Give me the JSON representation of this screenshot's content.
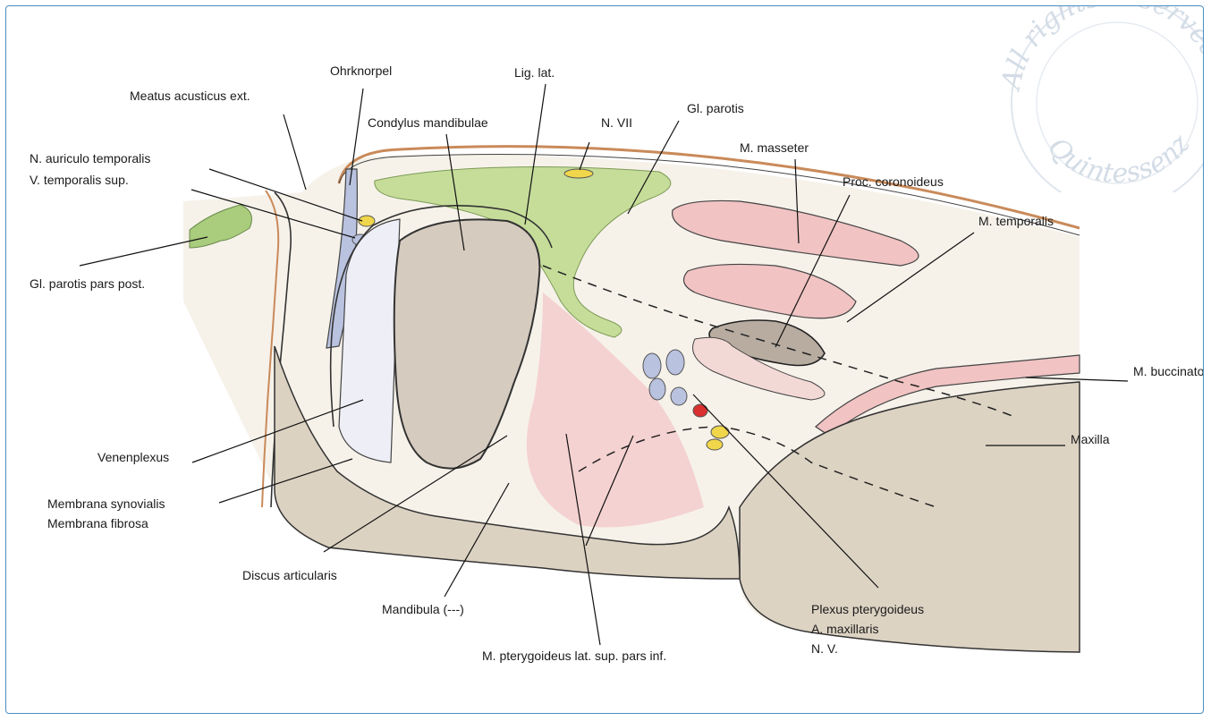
{
  "watermark": {
    "line1": "All rights reserved",
    "line2": "Quintessenz"
  },
  "labels": {
    "ohrknorpel": "Ohrknorpel",
    "meatus": "Meatus acusticus ext.",
    "lig_lat": "Lig. lat.",
    "condylus": "Condylus mandibulae",
    "n_vii": "N. VII",
    "gl_parotis": "Gl. parotis",
    "m_masseter": "M. masseter",
    "proc_coronoideus": "Proc. coronoideus",
    "n_auriculo": "N. auriculo temporalis",
    "v_temporalis": "V. temporalis sup.",
    "m_temporalis": "M. temporalis",
    "gl_parotis_post": "Gl. parotis pars post.",
    "m_buccinator": "M. buccinator",
    "maxilla": "Maxilla",
    "venenplexus": "Venenplexus",
    "membrana_synovialis": "Membrana synovialis",
    "membrana_fibrosa": "Membrana fibrosa",
    "discus": "Discus articularis",
    "mandibula": "Mandibula (---)",
    "plexus": "Plexus pterygoideus",
    "a_maxillaris": "A. maxillaris",
    "n_v": "N. V.",
    "m_pterygoideus": "M. pterygoideus lat. sup. pars inf."
  }
}
